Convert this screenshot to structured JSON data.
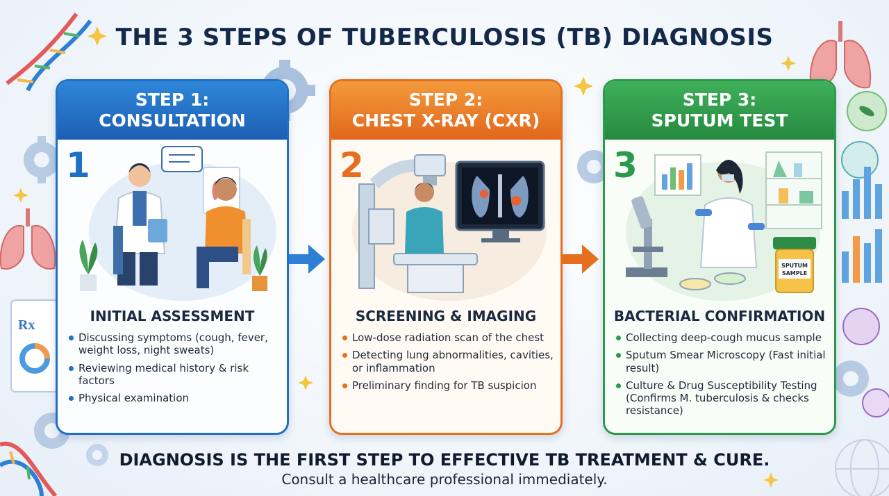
{
  "title": "THE 3 STEPS OF TUBERCULOSIS (TB) DIAGNOSIS",
  "steps": [
    {
      "number": "1",
      "header_line1": "STEP 1:",
      "header_line2": "CONSULTATION",
      "subtitle": "INITIAL ASSESSMENT",
      "items": [
        "Discussing symptoms (cough, fever, weight loss, night sweats)",
        "Reviewing medical history & risk factors",
        "Physical examination"
      ],
      "color": "#1f6fc4"
    },
    {
      "number": "2",
      "header_line1": "STEP 2:",
      "header_line2": "CHEST X-RAY (CXR)",
      "subtitle": "SCREENING & IMAGING",
      "items": [
        "Low-dose radiation scan of the chest",
        "Detecting lung abnormalities, cavities, or inflammation",
        "Preliminary finding for TB suspicion"
      ],
      "color": "#e56f1f"
    },
    {
      "number": "3",
      "header_line1": "STEP 3:",
      "header_line2": "SPUTUM TEST",
      "subtitle": "BACTERIAL CONFIRMATION",
      "items": [
        "Collecting deep-cough mucus sample",
        "Sputum Smear Microscopy (Fast initial result)",
        "Culture & Drug Susceptibility Testing (Confirms M. tuberculosis & checks resistance)"
      ],
      "color": "#2b9a4b",
      "jar_label": "SPUTUM SAMPLE"
    }
  ],
  "prescription_symbol": "Rx",
  "footer": {
    "headline": "DIAGNOSIS IS THE FIRST STEP TO EFFECTIVE TB TREATMENT & CURE.",
    "subline": "Consult a healthcare professional immediately."
  }
}
